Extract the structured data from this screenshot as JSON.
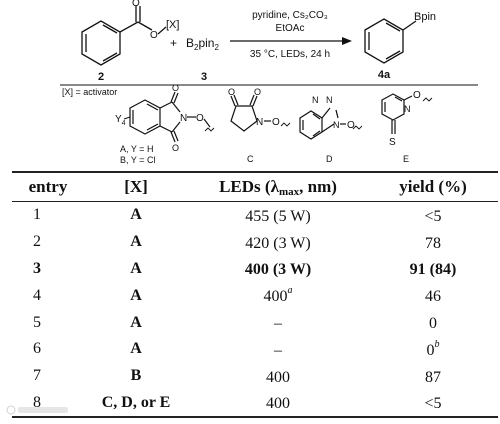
{
  "scheme": {
    "reactant_label": "2",
    "reactant_group": "[X]",
    "plus": "+",
    "reagent_prefix": "B",
    "reagent_sub1": "2",
    "reagent_mid": "pin",
    "reagent_sub2": "2",
    "reagent_label": "3",
    "conditions_line1": "pyridine, Cs₂CO₃",
    "conditions_line2": "EtOAc",
    "conditions_line3": "35 °C, LEDs, 24 h",
    "product_group": "Bpin",
    "product_label": "4a",
    "activator_note": "[X] = activator",
    "act_A_sub": "Y",
    "act_A_sub2": "4",
    "act_A_N": "N",
    "act_A_O": "O",
    "act_A_caption1": "A, Y = H",
    "act_A_caption2": "B, Y = Cl",
    "act_C_N": "N",
    "act_C_O": "O",
    "act_C_caption": "C",
    "act_D_N1": "N",
    "act_D_N2": "N",
    "act_D_N3": "N",
    "act_D_O": "O",
    "act_D_caption": "D",
    "act_E_N": "N",
    "act_E_O": "O",
    "act_E_S": "S",
    "act_E_caption": "E"
  },
  "table": {
    "headers": {
      "entry": "entry",
      "x": "[X]",
      "leds_prefix": "LEDs (",
      "leds_lambda": "λ",
      "leds_sub": "max",
      "leds_suffix": ", nm)",
      "yield": "yield (%)"
    },
    "rows": [
      {
        "entry": "1",
        "x": "A",
        "leds": "455 (5 W)",
        "leds_sup": "",
        "yield": "<5",
        "yield_sup": ""
      },
      {
        "entry": "2",
        "x": "A",
        "leds": "420 (3 W)",
        "leds_sup": "",
        "yield": "78",
        "yield_sup": ""
      },
      {
        "entry": "3",
        "x": "A",
        "leds": "400 (3 W)",
        "leds_sup": "",
        "yield": "91 (84)",
        "yield_sup": ""
      },
      {
        "entry": "4",
        "x": "A",
        "leds": "400",
        "leds_sup": "a",
        "yield": "46",
        "yield_sup": ""
      },
      {
        "entry": "5",
        "x": "A",
        "leds": "–",
        "leds_sup": "",
        "yield": "0",
        "yield_sup": ""
      },
      {
        "entry": "6",
        "x": "A",
        "leds": "–",
        "leds_sup": "",
        "yield": "0",
        "yield_sup": "b"
      },
      {
        "entry": "7",
        "x": "B",
        "leds": "400",
        "leds_sup": "",
        "yield": "87",
        "yield_sup": ""
      },
      {
        "entry": "8",
        "x": "C, D, or E",
        "leds": "400",
        "leds_sup": "",
        "yield": "<5",
        "yield_sup": ""
      }
    ]
  }
}
